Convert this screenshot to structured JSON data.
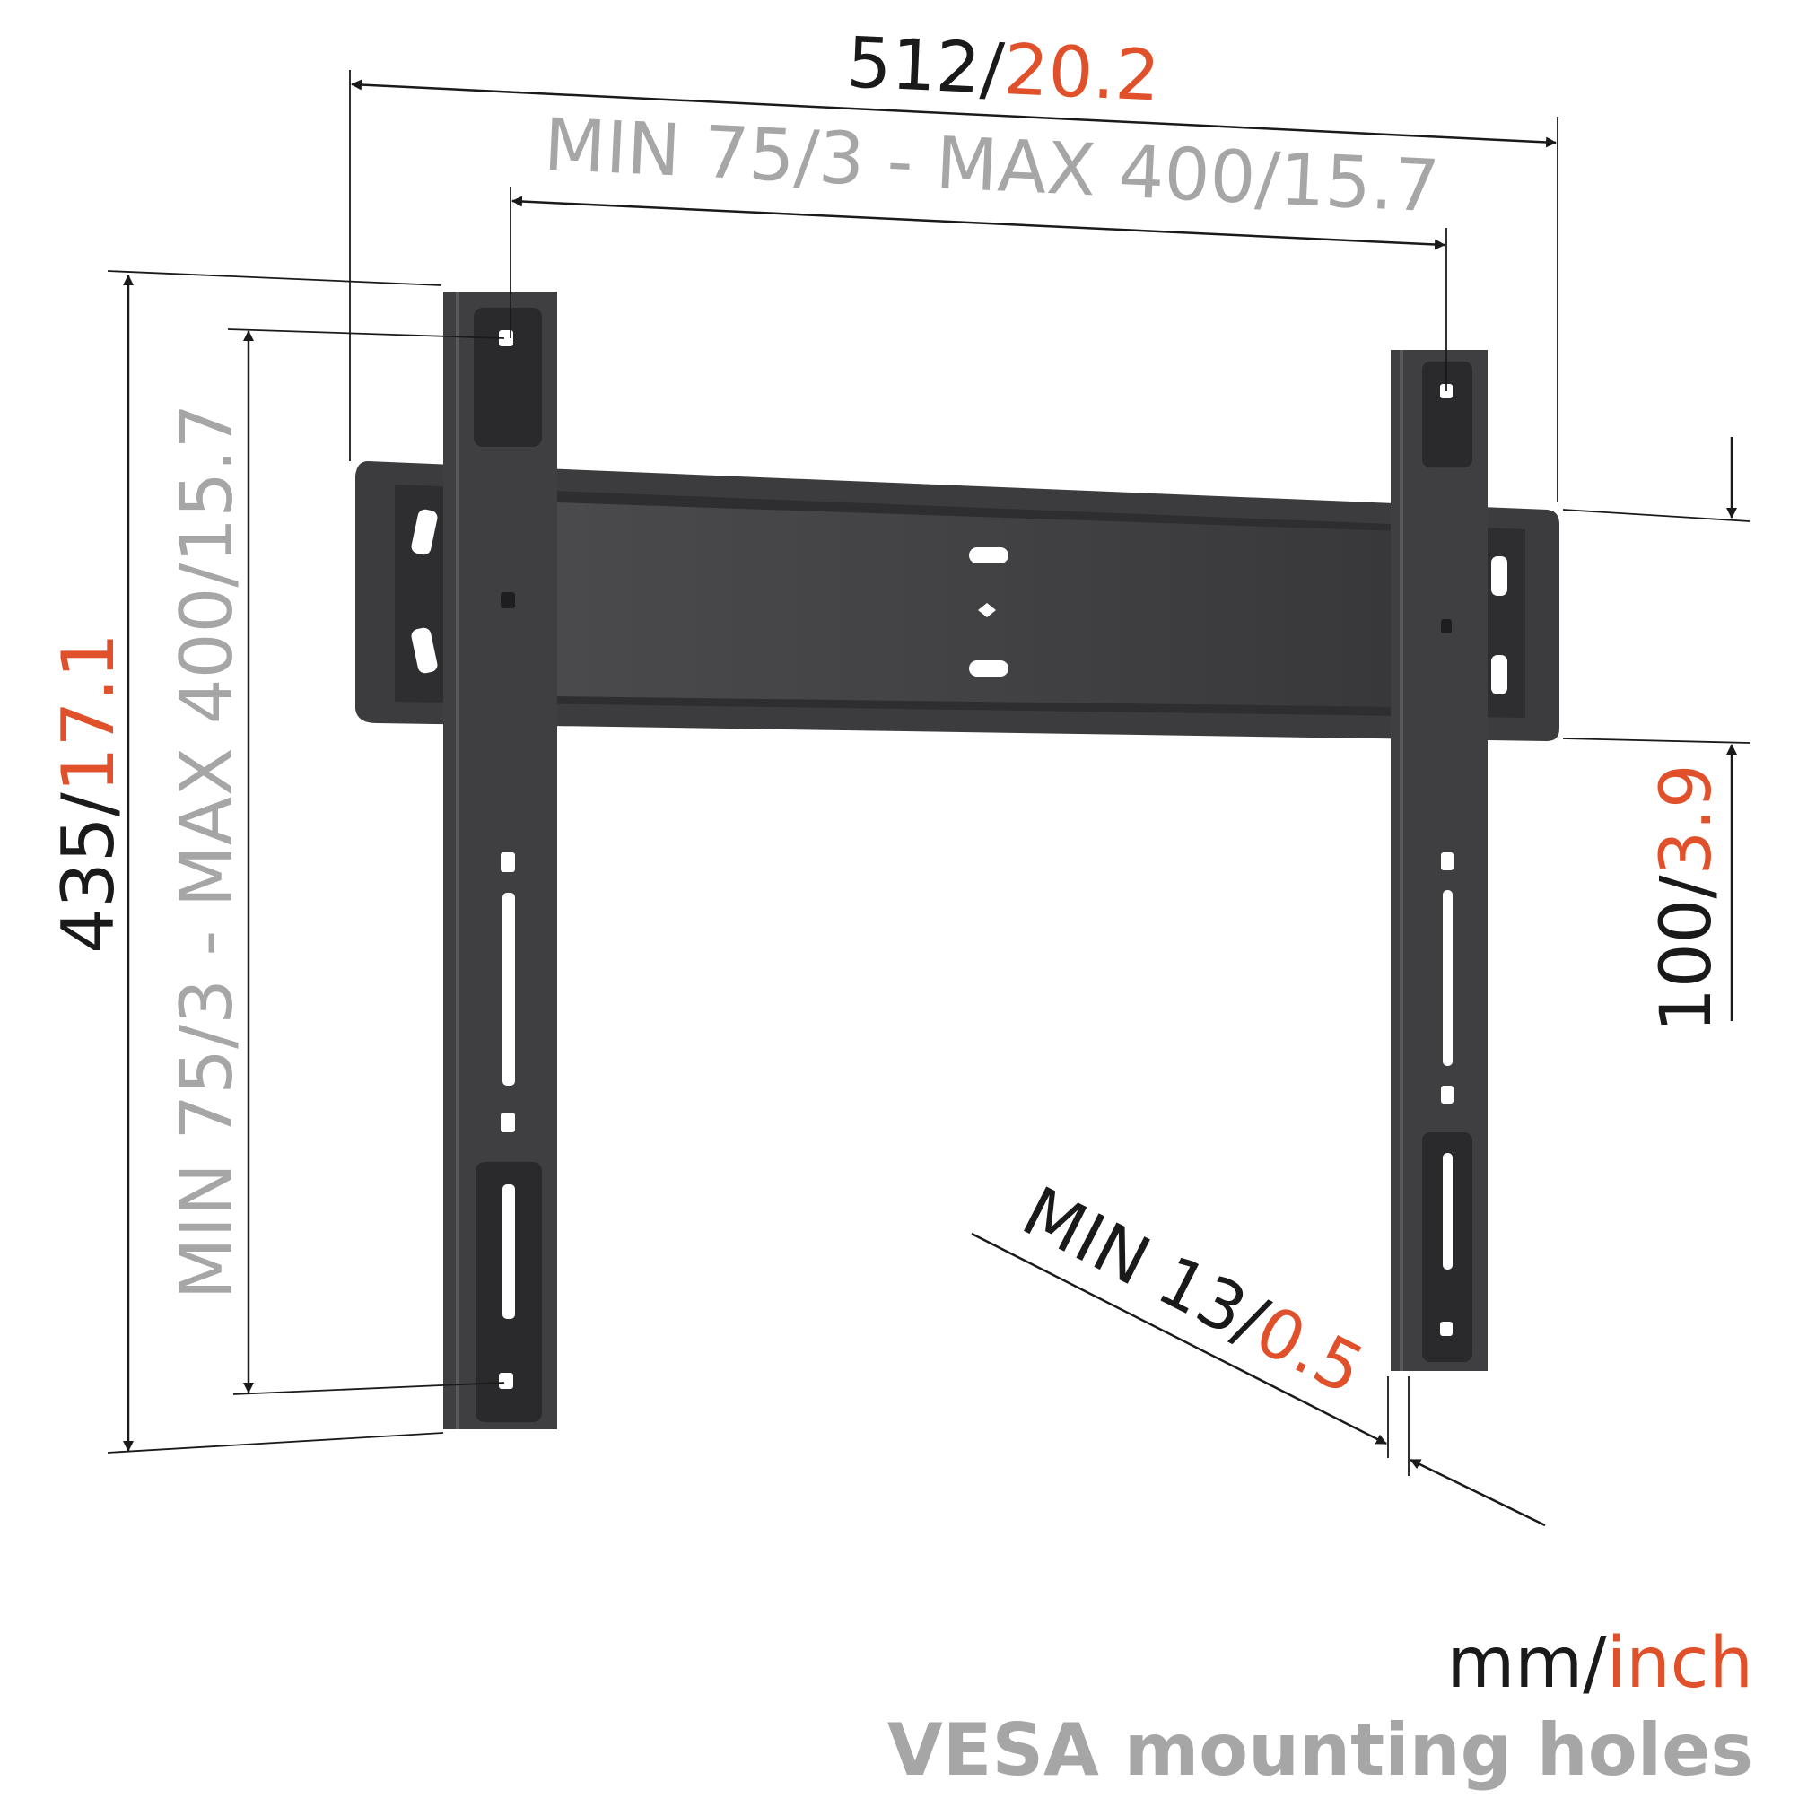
{
  "dimensions": {
    "overall_width": {
      "mm": "512",
      "sep": "/",
      "inch": "20.2"
    },
    "vesa_horizontal": {
      "label": "MIN 75/3 - MAX 400/15.7"
    },
    "overall_height": {
      "mm": "435",
      "sep": "/",
      "inch": "17.1"
    },
    "vesa_vertical": {
      "label": "MIN 75/3 - MAX 400/15.7"
    },
    "bar_height": {
      "mm": "100",
      "sep": "/",
      "inch": "3.9"
    },
    "wall_distance": {
      "mm": "MIN 13",
      "sep": "/",
      "inch": "0.5"
    }
  },
  "legend": {
    "mm": "mm",
    "sep": "/",
    "inch": "inch",
    "note": "VESA mounting holes"
  },
  "colors": {
    "mm_text": "#1a1a1a",
    "inch_text": "#e0502a",
    "vesa_text": "#a6a6a6",
    "bracket": "#3f3f41"
  }
}
